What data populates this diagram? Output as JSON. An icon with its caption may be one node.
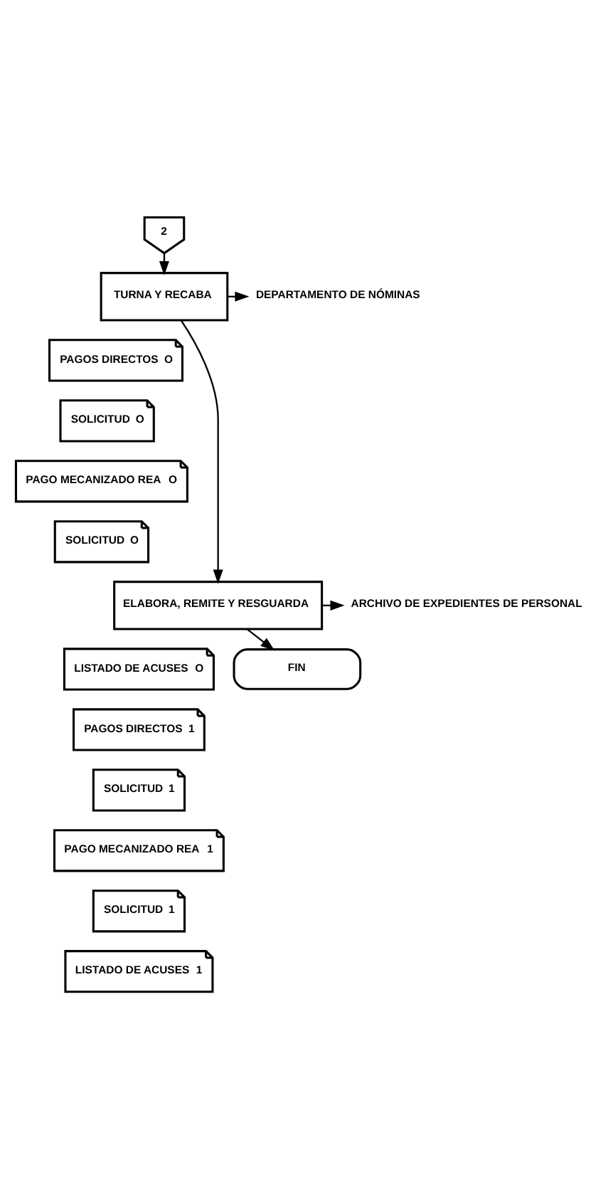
{
  "diagram": {
    "nodes": [
      {
        "text": [
          "2"
        ]
      },
      {
        "text": [
          "TURNA Y RECABA"
        ]
      },
      {
        "text": [
          "DEPARTAMENTO DE NÓMINAS"
        ]
      },
      {
        "text": [
          "PAGOS DIRECTOS",
          "O"
        ]
      },
      {
        "text": [
          "SOLICITUD",
          "O"
        ]
      },
      {
        "text": [
          "PAGO MECANIZADO REA",
          "O"
        ]
      },
      {
        "text": [
          "SOLICITUD",
          "O"
        ]
      },
      {
        "text": [
          "ELABORA, REMITE Y RESGUARDA"
        ]
      },
      {
        "text": [
          "ARCHIVO DE EXPEDIENTES DE PERSONAL"
        ]
      },
      {
        "text": [
          "LISTADO DE ACUSES",
          "O"
        ]
      },
      {
        "text": [
          "PAGOS DIRECTOS",
          "1"
        ]
      },
      {
        "text": [
          "SOLICITUD",
          "1"
        ]
      },
      {
        "text": [
          "PAGO MECANIZADO REA",
          "1"
        ]
      },
      {
        "text": [
          "SOLICITUD",
          "1"
        ]
      },
      {
        "text": [
          "LISTADO DE ACUSES",
          "1"
        ]
      },
      {
        "text": [
          "FIN"
        ]
      }
    ],
    "edges": [
      {
        "from": 0,
        "to": 1,
        "arrow": "to"
      },
      {
        "from": 1,
        "to": 2,
        "arrow": "to"
      },
      {
        "from": 1,
        "to": 7,
        "arrow": "to"
      },
      {
        "from": 7,
        "to": 8,
        "arrow": "to"
      },
      {
        "from": 7,
        "to": 15,
        "arrow": "to"
      }
    ]
  }
}
